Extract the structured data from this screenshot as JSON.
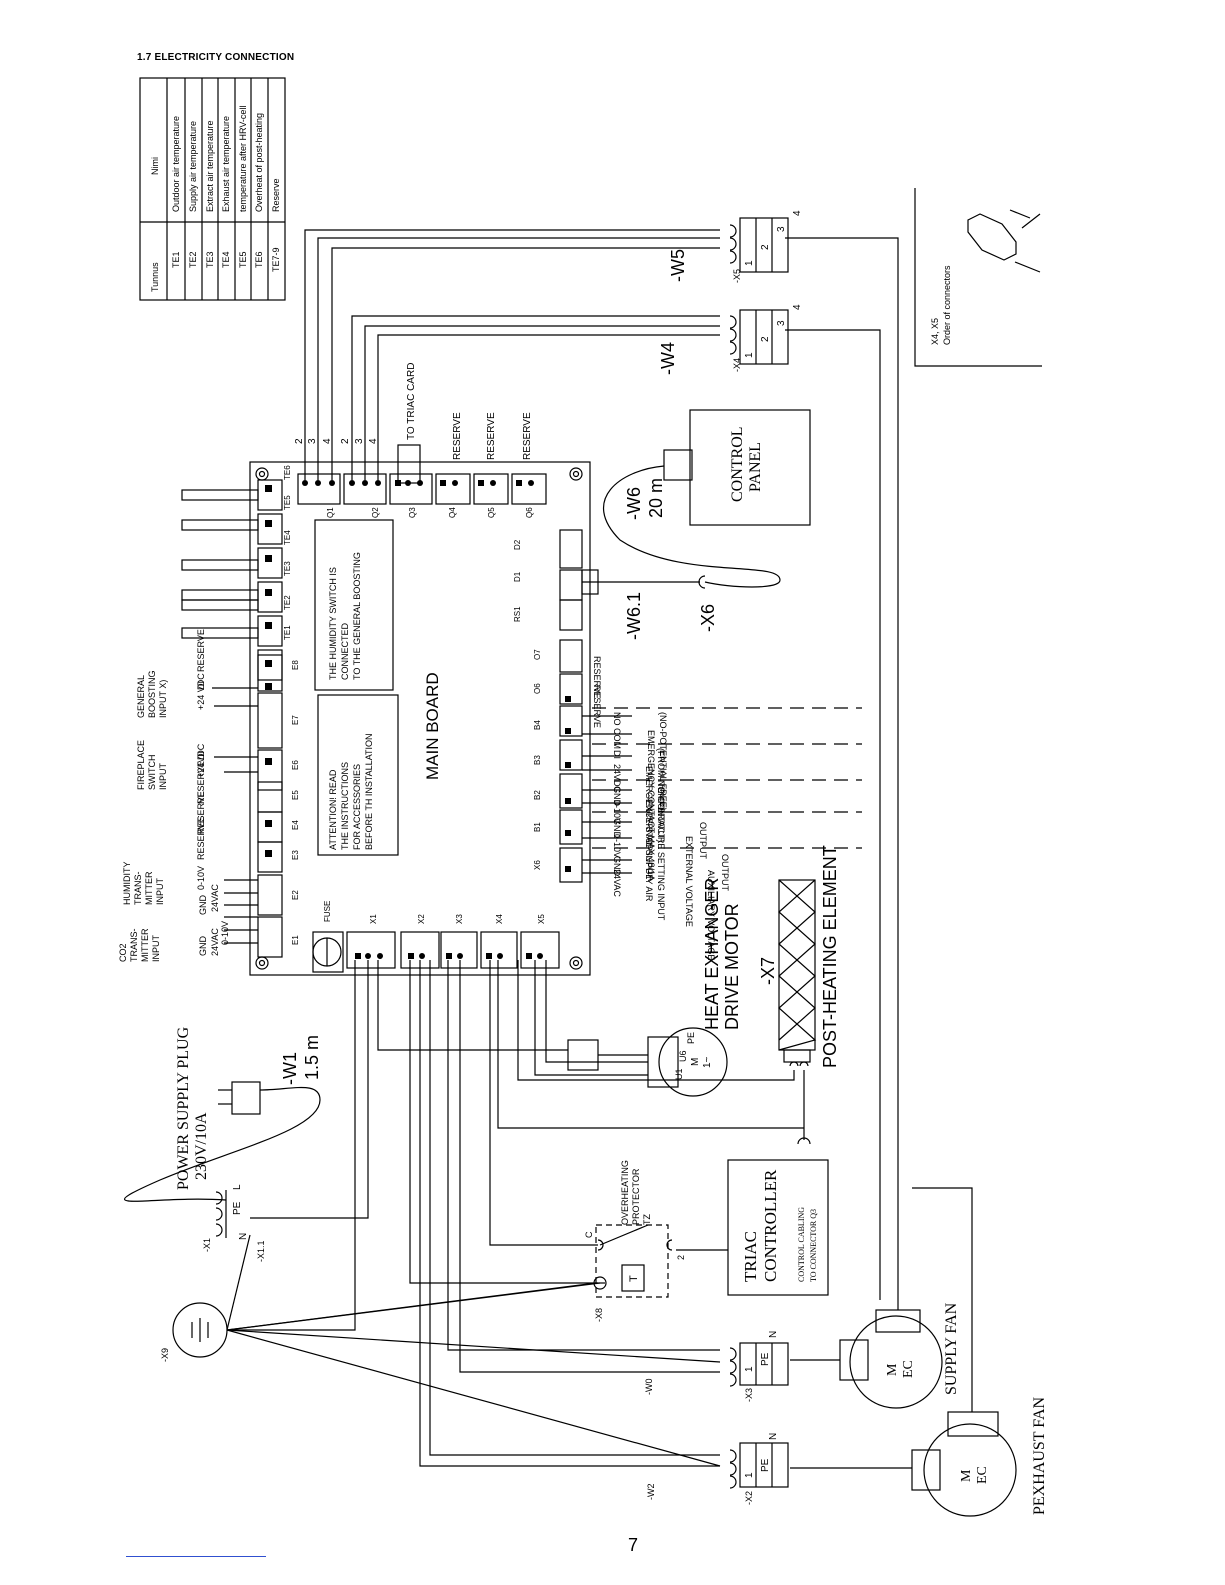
{
  "heading": "1.7 ELECTRICITY CONNECTION",
  "page_number": "7",
  "sensor_table": {
    "header": [
      "Tunnus",
      "Nimi"
    ],
    "rows": [
      [
        "TE1",
        "Outdoor air temperature"
      ],
      [
        "TE2",
        "Supply air temperature"
      ],
      [
        "TE3",
        "Extract air temperature"
      ],
      [
        "TE4",
        "Exhaust air temperature"
      ],
      [
        "TE5",
        "temperature after HRV-cell"
      ],
      [
        "TE6",
        "Overheat of post-heating"
      ],
      [
        "TE7-9",
        "Reserve"
      ]
    ]
  },
  "inset": {
    "label_line1": "X4, X5",
    "label_line2": "Order of connectors"
  },
  "cables": {
    "w5": "-W5",
    "w4": "-W4",
    "w6": "-W6",
    "w6_len": "20 m",
    "w61": "-W6.1",
    "x6": "-X6",
    "x7": "-X7",
    "w1": "-W1",
    "w1_len": "1.5 m",
    "w0": "-W0",
    "w2": "-W2",
    "x1": "-X1",
    "x11": "-X1.1",
    "x8": "-X8",
    "x9": "-X9",
    "x2": "-X2",
    "x3": "-X3",
    "x4": "-X4",
    "x5": "-X5"
  },
  "connector_pins": {
    "p1": "1",
    "p2": "2",
    "p3": "3",
    "p4": "4",
    "pe": "PE",
    "n": "N",
    "l": "L"
  },
  "q_numbers": {
    "q1": [
      "2",
      "3",
      "4"
    ],
    "q2": [
      "2",
      "3",
      "4"
    ]
  },
  "main_board": {
    "title": "MAIN BOARD",
    "humidity_note": [
      "THE HUMIDITY SWITCH IS",
      "CONNECTED",
      "TO THE GENERAL BOOSTING"
    ],
    "attention_note": [
      "ATTENTION! READ",
      "THE INSTRUCTIONS",
      "FOR ACCESSORIES",
      "BEFORE TH INSTALLATION"
    ],
    "fuse": "FUSE",
    "x_terminals": [
      "X1",
      "X2",
      "X3",
      "X4",
      "X5"
    ],
    "q_terminals": [
      "Q1",
      "Q2",
      "Q3",
      "Q4",
      "Q5",
      "Q6"
    ],
    "te_terminals": [
      "TE1",
      "TE2",
      "TE3",
      "TE4",
      "TE5",
      "TE6"
    ],
    "e_terminals": [
      "E1",
      "E2",
      "E3",
      "E4",
      "E5",
      "E6",
      "E7",
      "E8"
    ],
    "right_terminals": [
      "X6",
      "B1",
      "B2",
      "B3",
      "B4",
      "O6",
      "O7"
    ],
    "d_terminals": [
      "RS1",
      "D1",
      "D2"
    ]
  },
  "q_labels": {
    "to_triac": "TO TRIAC CARD",
    "reserve": "RESERVE"
  },
  "left_labels": {
    "co2": [
      "CO2",
      "TRANS-",
      "MITTER",
      "INPUT"
    ],
    "humidity": [
      "HUMIDITY",
      "TRANS-",
      "MITTER",
      "INPUT"
    ],
    "fireplace": [
      "FIREPLACE",
      "SWITCH",
      "INPUT"
    ],
    "general": [
      "GENERAL",
      "BOOSTING",
      "INPUT X)"
    ],
    "gnd": "GND",
    "v24ac": "24VAC",
    "v010": "0-10V",
    "v24dc": "+24 VDC",
    "v24dc2": "+24VDC",
    "di": "DI",
    "reserve": "RESERVE"
  },
  "right_labels": {
    "aux": [
      "AUXILIARY VOLTAGE",
      "OUTPUT"
    ],
    "ext_volt": [
      "EXTERNAL VOLTAGE",
      "OUTPUT"
    ],
    "temp_set": [
      "EXTERNAL SUPPLY AIR",
      "TEMPERATURE SETTING INPUT"
    ],
    "estop": [
      "EMERGENCY STOP INPUT",
      "(FROM NO-CONTACT)"
    ],
    "econtact": [
      "EMERGENCY CONTACT MAX 48/1A",
      "(NO-POTENTIAL FREE)"
    ],
    "v24vac": "24VAC",
    "gnd": "GND",
    "v010": "0-10V",
    "v24vdc": "24VDC",
    "di": "DI",
    "com": "COM",
    "no": "NO",
    "reserve": "RESERVE"
  },
  "components": {
    "control_panel": [
      "CONTROL",
      "PANEL"
    ],
    "power_plug": [
      "POWER SUPPLY PLUG",
      "230V/10A"
    ],
    "heat_exchanger": [
      "HEAT EXHANGER",
      "DRIVE MOTOR"
    ],
    "post_heating": "POST-HEATING ELEMENT",
    "overheating": [
      "OVERHEATING",
      "PROTECTOR",
      "TZ"
    ],
    "triac": [
      "TRIAC",
      "CONTROLLER"
    ],
    "triac_note": [
      "CONTROL CABLING",
      "TO CONNECTOR Q3"
    ],
    "supply_fan": "SUPPLY FAN",
    "exhaust_fan": "PEXHAUST FAN",
    "motor_m": "M",
    "motor_ec": "EC",
    "motor_1": "1~",
    "motor_u1": "U1",
    "motor_u6": "U6",
    "motor_pe": "PE",
    "tz_t": "T",
    "tz_c": "C",
    "tz_2": "2"
  }
}
